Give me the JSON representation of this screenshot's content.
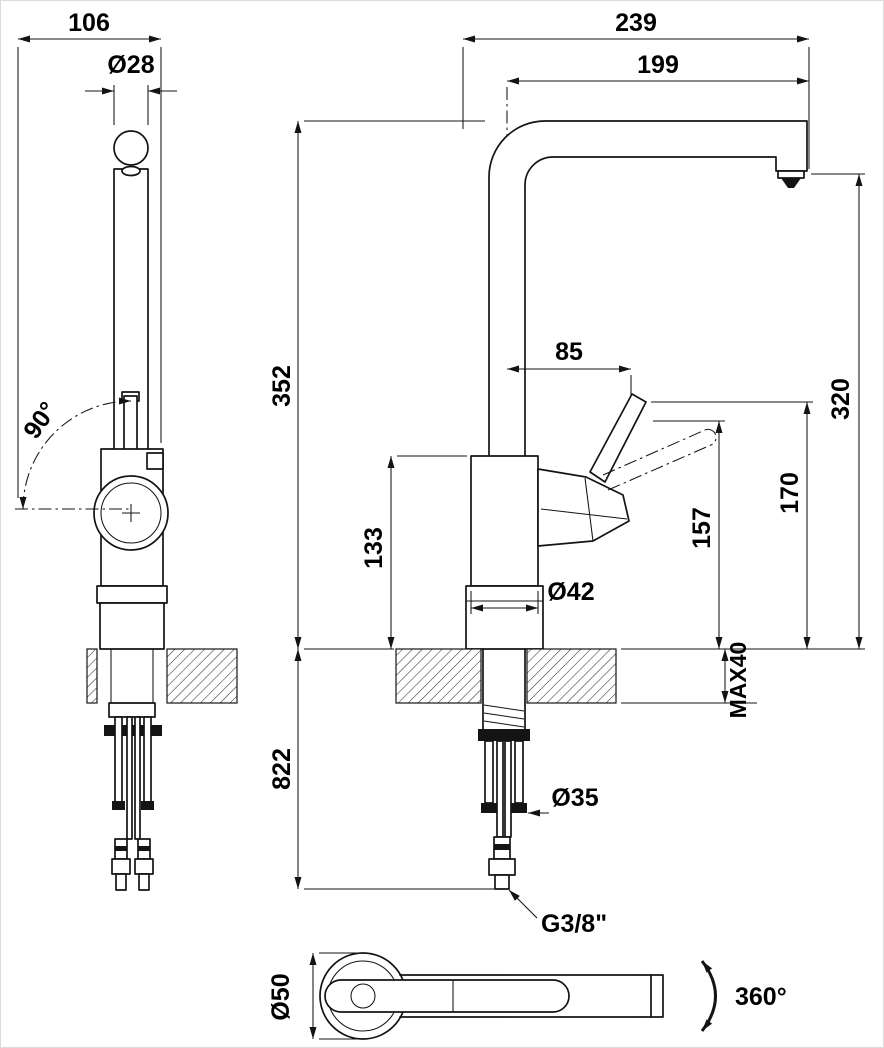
{
  "drawing": {
    "type": "kitchen-faucet-dimension-drawing",
    "views": {
      "side": "side view",
      "front": "front view",
      "top": "top view"
    },
    "dims": {
      "w106": "106",
      "dia28": "Ø28",
      "a90": "90°",
      "d239": "239",
      "d199": "199",
      "d352": "352",
      "d85": "85",
      "d133": "133",
      "d157": "157",
      "d170": "170",
      "d320": "320",
      "dia42": "Ø42",
      "d822": "822",
      "max40": "MAX40",
      "dia35": "Ø35",
      "g38": "G3/8\"",
      "dia50": "Ø50",
      "r360": "360°"
    },
    "line_color": "#141414",
    "background": "#ffffff"
  }
}
